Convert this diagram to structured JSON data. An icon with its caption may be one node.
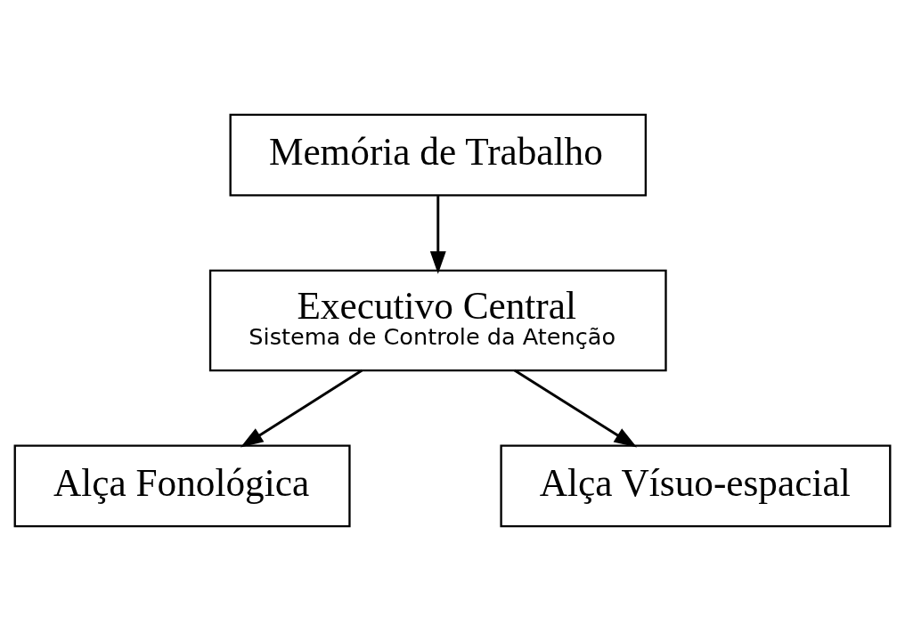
{
  "diagram": {
    "nodes": [
      {
        "text": [
          "Memória de Trabalho"
        ]
      },
      {
        "text": [
          "Executivo Central",
          "Sistema de Controle da Atenção"
        ]
      },
      {
        "text": [
          "Alça Fonológica"
        ]
      },
      {
        "text": [
          "Alça Vísuo-espacial"
        ]
      }
    ],
    "edges": [
      {
        "from": 0,
        "to": 1,
        "arrow": "to"
      },
      {
        "from": 1,
        "to": 2,
        "arrow": "to"
      },
      {
        "from": 1,
        "to": 3,
        "arrow": "to"
      }
    ]
  }
}
